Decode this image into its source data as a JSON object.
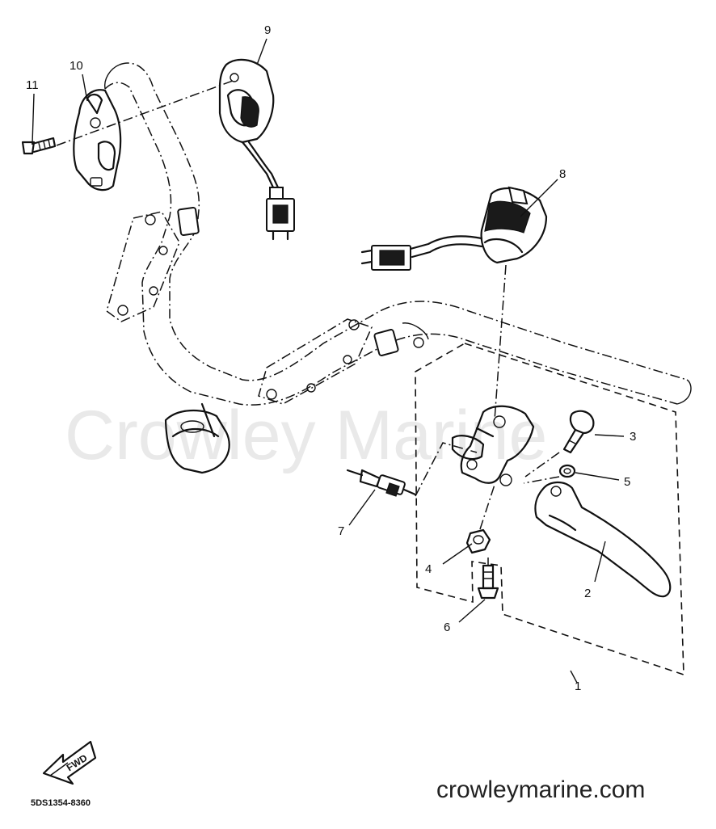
{
  "watermark": "Crowley Marine",
  "website": "crowleymarine.com",
  "diagram_code": "5DS1354-8360",
  "fwd_label": "FWD",
  "callouts": [
    "1",
    "2",
    "3",
    "4",
    "5",
    "6",
    "7",
    "8",
    "9",
    "10",
    "11"
  ]
}
